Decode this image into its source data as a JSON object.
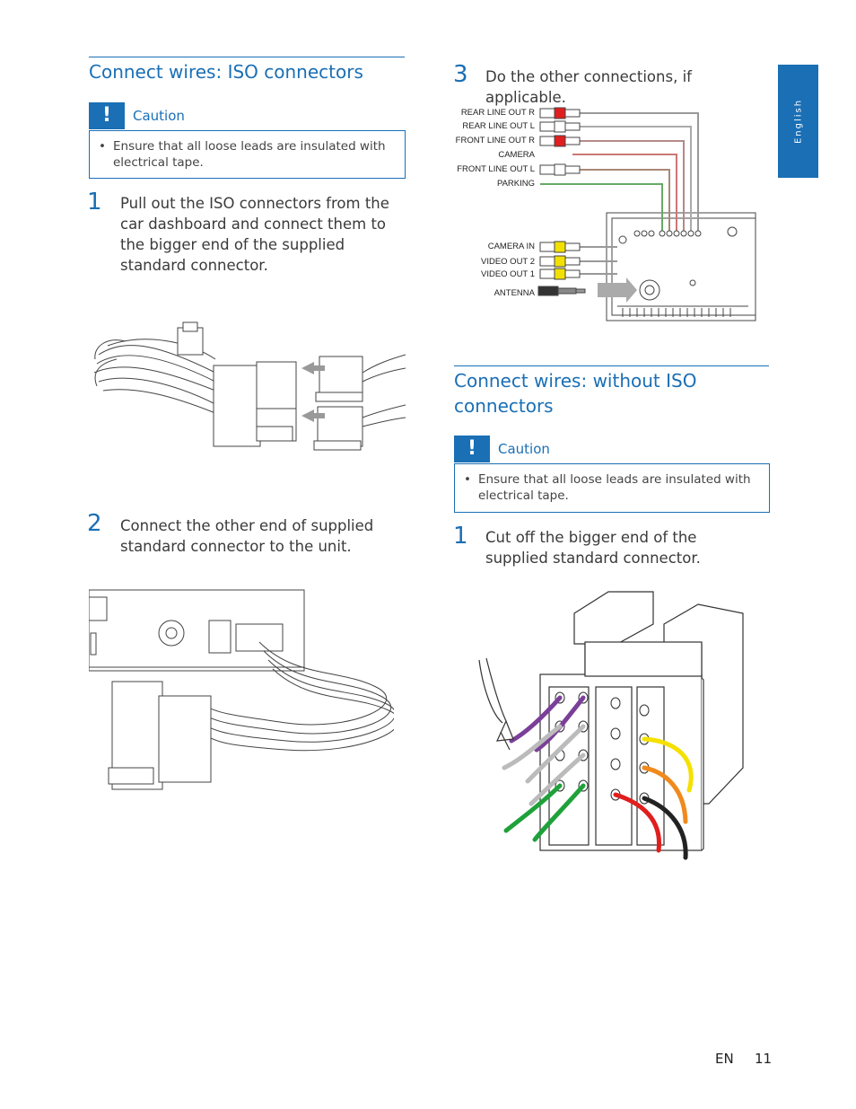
{
  "side_tab": {
    "language": "English"
  },
  "left": {
    "section_title": "Connect wires: ISO connectors",
    "caution": {
      "label": "Caution",
      "text": "Ensure that all loose leads are insulated with electrical tape."
    },
    "steps": [
      {
        "num": "1",
        "text": "Pull out the ISO connectors from the car dashboard and connect them to the bigger end of the supplied standard connector."
      },
      {
        "num": "2",
        "text": "Connect the other end of supplied standard connector to the unit."
      }
    ]
  },
  "right": {
    "step3": {
      "num": "3",
      "text": "Do the other connections, if applicable."
    },
    "connection_labels": [
      "REAR LINE OUT R",
      "REAR LINE OUT L",
      "FRONT LINE OUT R",
      "CAMERA",
      "FRONT LINE OUT L",
      "PARKING",
      "CAMERA IN",
      "VIDEO OUT 2",
      "VIDEO OUT 1",
      "ANTENNA"
    ],
    "section_title": "Connect wires: without ISO connectors",
    "caution": {
      "label": "Caution",
      "text": "Ensure that all loose leads are insulated with electrical tape."
    },
    "step1": {
      "num": "1",
      "text": "Cut off the bigger end of the supplied standard connector."
    }
  },
  "footer": {
    "lang": "EN",
    "page": "11"
  },
  "colors": {
    "accent": "#1a6fb5"
  }
}
